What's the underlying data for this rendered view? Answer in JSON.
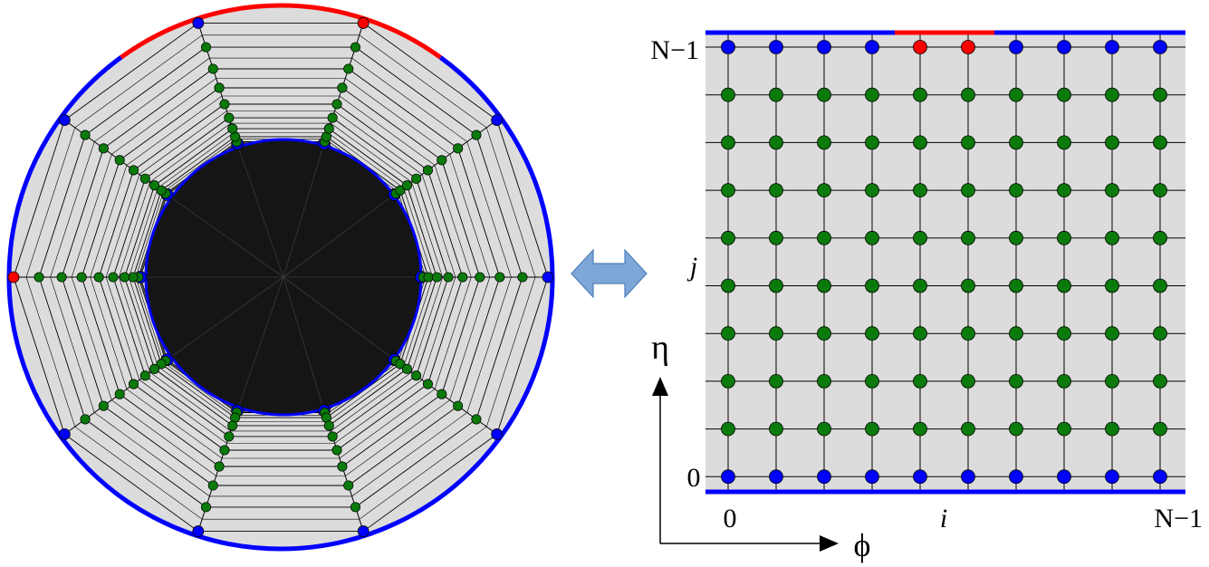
{
  "grid_labels": {
    "row_top": "N−1",
    "row_mid": "j",
    "row_bottom": "0",
    "col_left": "0",
    "col_mid": "i",
    "col_right": "N−1"
  },
  "axes": {
    "vertical": "η",
    "horizontal": "ϕ"
  },
  "colors": {
    "panel_fill": "#dcdcdc",
    "boundary_blue": "#0000ff",
    "boundary_red": "#ff0000",
    "node_blue": "#0000ff",
    "node_red": "#ff0000",
    "node_green": "#0a7a0a",
    "body_fill": "#151515",
    "mapping_arrow": "#7ea6d6"
  },
  "icons": {
    "mapping": "double-headed-arrow-icon"
  },
  "grid_counts": {
    "columns": 10,
    "rows": 10
  },
  "polar_mesh": {
    "spokes": 10,
    "clustered_rings": 8
  }
}
